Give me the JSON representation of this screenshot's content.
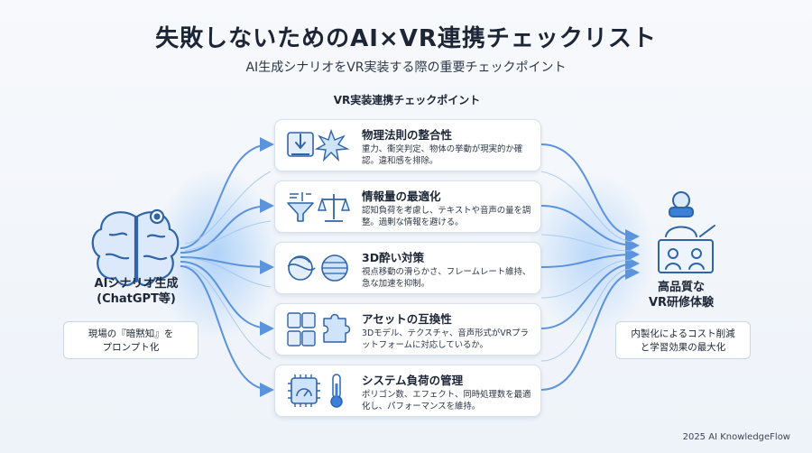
{
  "header": {
    "title": "失敗しないためのAI×VR連携チェックリスト",
    "subtitle": "AI生成シナリオをVR実装する際の重要チェックポイント"
  },
  "section_title": "VR実装連携チェックポイント",
  "source_node": {
    "label_line1": "AIシナリオ生成",
    "label_line2": "(ChatGPT等)",
    "note_line1": "現場の『暗黙知』を",
    "note_line2": "プロンプト化",
    "icon": "brain-gear-icon"
  },
  "target_node": {
    "label_line1": "高品質な",
    "label_line2": "VR研修体験",
    "note_line1": "内製化によるコスト削減",
    "note_line2": "と学習効果の最大化",
    "icon": "vr-headset-training-icon"
  },
  "checkpoints": [
    {
      "title": "物理法則の整合性",
      "desc": "重力、衝突判定、物体の挙動が現実的か確認。違和感を排除。",
      "icon": "physics-collision-icon"
    },
    {
      "title": "情報量の最適化",
      "desc": "認知負荷を考慮し、テキストや音声の量を調整。過剰な情報を避ける。",
      "icon": "filter-scale-icon"
    },
    {
      "title": "3D酔い対策",
      "desc": "視点移動の滑らかさ、フレームレート維持、急な加速を抑制。",
      "icon": "motion-sickness-icon"
    },
    {
      "title": "アセットの互換性",
      "desc": "3Dモデル、テクスチャ、音声形式がVRプラットフォームに対応しているか。",
      "icon": "file-puzzle-icon"
    },
    {
      "title": "システム負荷の管理",
      "desc": "ポリゴン数、エフェクト、同時処理数を最適化し、パフォーマンスを維持。",
      "icon": "cpu-thermometer-icon"
    }
  ],
  "footer": "2025 AI KnowledgeFlow",
  "colors": {
    "accent": "#3b7fd6",
    "arrow": "#5b93dd",
    "glow": "#bcd9fb",
    "text": "#1d2636"
  }
}
